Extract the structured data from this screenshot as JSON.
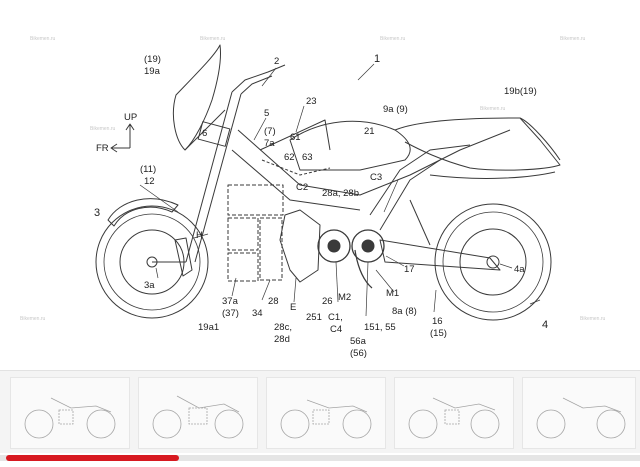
{
  "figure": {
    "labels": {
      "ref_19": "(19)",
      "ref_19a": "19a",
      "ref_2": "2",
      "ref_1": "1",
      "ref_5": "5",
      "ref_23": "23",
      "ref_9a": "9a (9)",
      "ref_19b": "19b(19)",
      "ref_up": "UP",
      "ref_fr": "FR",
      "ref_6": "6",
      "ref_7": "(7)",
      "ref_7a": "7a",
      "ref_61": "61",
      "ref_62": "62",
      "ref_63": "63",
      "ref_21": "21",
      "ref_11": "(11)",
      "ref_12": "12",
      "ref_c2": "C2",
      "ref_c3": "C3",
      "ref_28a": "28a, 28b",
      "ref_3": "3",
      "ref_h": "H",
      "ref_3a": "3a",
      "ref_37a": "37a",
      "ref_37": "(37)",
      "ref_34": "34",
      "ref_28": "28",
      "ref_e": "E",
      "ref_28c": "28c,",
      "ref_28d": "28d",
      "ref_251": "251",
      "ref_26": "26",
      "ref_m2": "M2",
      "ref_c1": "C1,",
      "ref_c4": "C4",
      "ref_56a": "56a",
      "ref_56": "(56)",
      "ref_151": "151, 55",
      "ref_m1": "M1",
      "ref_8a": "8a (8)",
      "ref_17": "17",
      "ref_4a": "4a",
      "ref_16": "16",
      "ref_15": "(15)",
      "ref_4": "4",
      "ref_19a1": "19a1"
    },
    "watermark": "Bikemen.ru"
  },
  "thumbnails": [
    {
      "index": 1
    },
    {
      "index": 2
    },
    {
      "index": 3
    },
    {
      "index": 4
    },
    {
      "index": 5
    }
  ],
  "progress": {
    "fraction": 0.27,
    "color": "#d71920"
  },
  "colors": {
    "line": "#3a3a3a",
    "accent": "#d71920"
  }
}
